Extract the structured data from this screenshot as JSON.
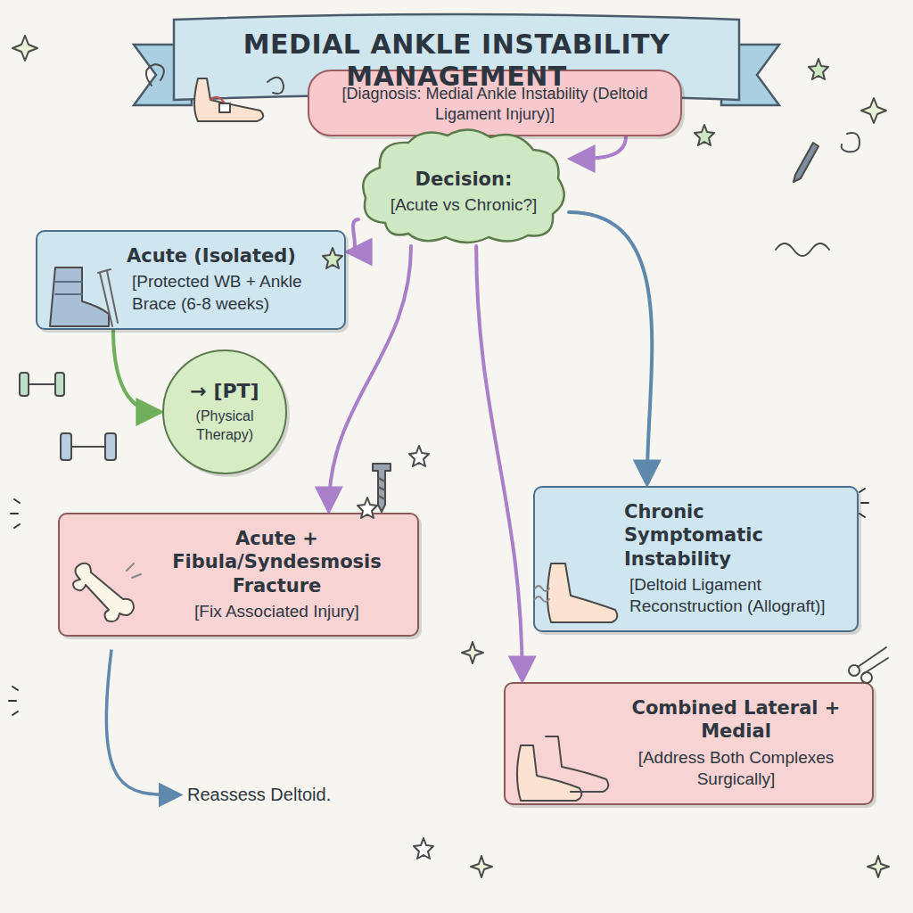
{
  "diagram": {
    "title": "MEDIAL ANKLE INSTABILITY MANAGEMENT",
    "nodes": [
      {
        "text": [
          "[Diagnosis: Medial Ankle Instability (Deltoid Ligament Injury)]"
        ]
      },
      {
        "text": [
          "Decision:",
          "[Acute vs Chronic?]"
        ]
      },
      {
        "text": [
          "Acute (Isolated)",
          "[Protected WB + Ankle Brace (6-8 weeks)"
        ]
      },
      {
        "text": [
          "→ [PT]",
          "(Physical Therapy)"
        ]
      },
      {
        "text": [
          "Chronic Symptomatic Instability",
          "[Deltoid Ligament Reconstruction (Allograft)]"
        ]
      },
      {
        "text": [
          "Acute + Fibula/Syndesmosis Fracture",
          "[Fix Associated Injury]"
        ]
      },
      {
        "text": [
          "Combined Lateral + Medial",
          "[Address Both Complexes Surgically]"
        ]
      }
    ],
    "edges": [
      {
        "from": 0,
        "to": 1,
        "arrow": "to"
      },
      {
        "from": 1,
        "to": 2,
        "arrow": "to"
      },
      {
        "from": 2,
        "to": 3,
        "arrow": "to"
      },
      {
        "from": 1,
        "to": 4,
        "arrow": "to"
      },
      {
        "from": 1,
        "to": 5,
        "arrow": "to"
      },
      {
        "from": 1,
        "to": 6,
        "arrow": "to"
      }
    ],
    "labels": [
      "Reassess Deltoid."
    ]
  }
}
